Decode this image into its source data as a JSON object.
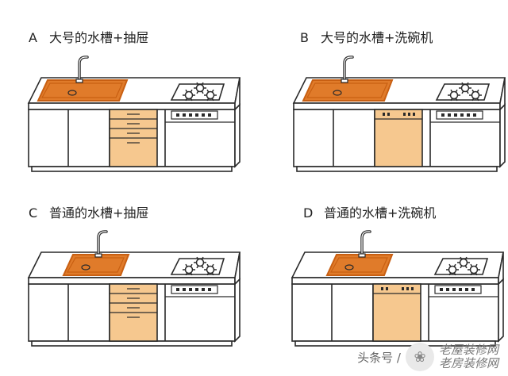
{
  "panels": [
    {
      "letter": "A",
      "title": "大号的水槽+抽屉",
      "sink": "large",
      "cabinet": "drawers"
    },
    {
      "letter": "B",
      "title": "大号的水槽+洗碗机",
      "sink": "large",
      "cabinet": "dishwasher"
    },
    {
      "letter": "C",
      "title": "普通的水槽+抽屉",
      "sink": "normal",
      "cabinet": "drawers"
    },
    {
      "letter": "D",
      "title": "普通的水槽+洗碗机",
      "sink": "normal",
      "cabinet": "dishwasher"
    }
  ],
  "watermark": {
    "left": "头条号 /",
    "right_top": "老屋装修网",
    "right_bottom": "老房装修网"
  },
  "colors": {
    "sink": "#e07b2a",
    "sink_rim": "#c85f12",
    "cabinet": "#f6c88f",
    "outline": "#2a2a2a",
    "counter": "#ffffff"
  }
}
